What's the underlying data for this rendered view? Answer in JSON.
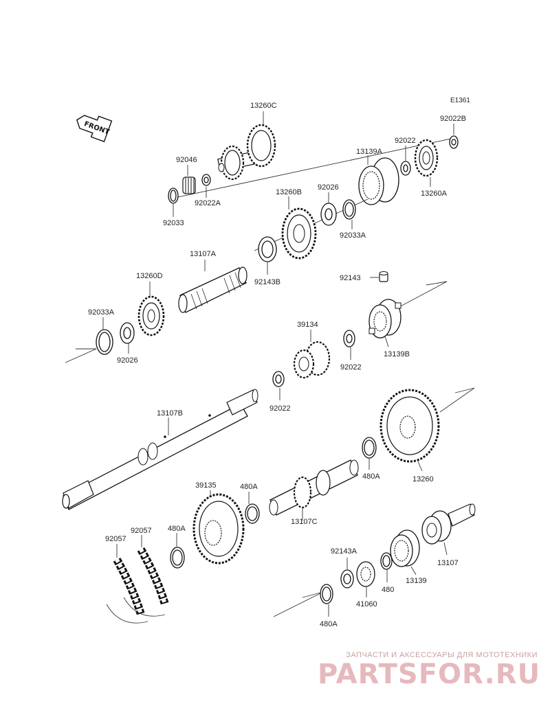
{
  "diagram_code": "E1361",
  "front_label": "FRONT",
  "watermark": {
    "subtitle": "ЗАПЧАСТИ И АКСЕССУАРЫ ДЛЯ МОТОТЕХНИКИ",
    "brand": "PARTSFOR.RU"
  },
  "parts": {
    "p13260C": "13260C",
    "p92046": "92046",
    "p92022A": "92022A",
    "p92033": "92033",
    "p13139A": "13139A",
    "p92022_top": "92022",
    "p92022B": "92022B",
    "p13260A": "13260A",
    "p92026_top": "92026",
    "p13260B": "13260B",
    "p92033A_top": "92033A",
    "p13107A": "13107A",
    "p92143B": "92143B",
    "p13260D": "13260D",
    "p92033A_left": "92033A",
    "p92026_left": "92026",
    "p92143": "92143",
    "p13139B": "13139B",
    "p39134": "39134",
    "p92022_mid": "92022",
    "p92022_low": "92022",
    "p13107B": "13107B",
    "p13260": "13260",
    "p480A_right": "480A",
    "p39135": "39135",
    "p480A_mid": "480A",
    "p13107C": "13107C",
    "p92057_a": "92057",
    "p92057_b": "92057",
    "p480A_left": "480A",
    "p92143A": "92143A",
    "p41060": "41060",
    "p480": "480",
    "p13139": "13139",
    "p13107": "13107",
    "p480A_bottom": "480A"
  }
}
